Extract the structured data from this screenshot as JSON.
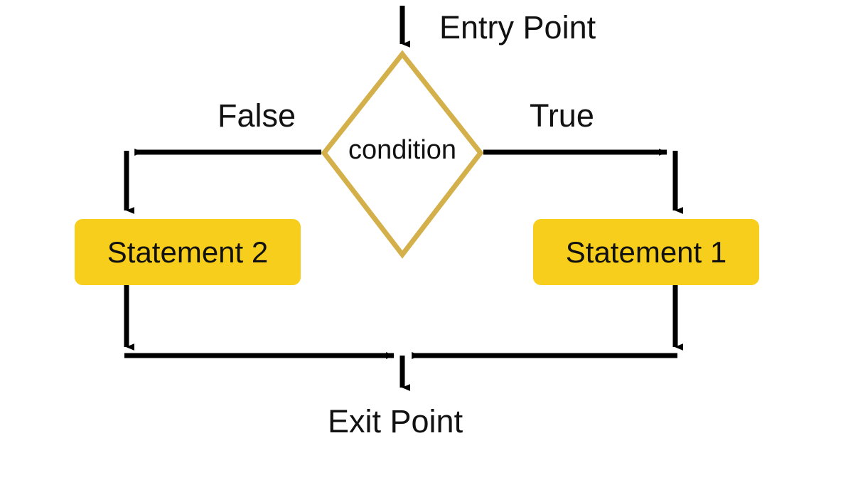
{
  "diagram": {
    "title": "if-else conditional flowchart",
    "colors": {
      "box_fill": "#F7CE1B",
      "diamond_stroke": "#D3B04A",
      "arrow": "#000000",
      "text": "#111111",
      "background": "#FFFFFF"
    },
    "labels": {
      "entry_point": "Entry Point",
      "exit_point": "Exit Point",
      "branch_false": "False",
      "branch_true": "True"
    },
    "nodes": {
      "decision": {
        "text": "condition",
        "shape": "diamond",
        "fill": "none",
        "stroke": "#D3B04A"
      },
      "statement_left": {
        "text": "Statement 2",
        "shape": "rounded-rect",
        "fill": "#F7CE1B",
        "branch": "False"
      },
      "statement_right": {
        "text": "Statement 1",
        "shape": "rounded-rect",
        "fill": "#F7CE1B",
        "branch": "True"
      }
    },
    "edges": [
      {
        "from": "entry",
        "to": "decision",
        "label": ""
      },
      {
        "from": "decision",
        "to": "statement_left",
        "label": "False"
      },
      {
        "from": "decision",
        "to": "statement_right",
        "label": "True"
      },
      {
        "from": "statement_left",
        "to": "merge",
        "label": ""
      },
      {
        "from": "statement_right",
        "to": "merge",
        "label": ""
      },
      {
        "from": "merge",
        "to": "exit",
        "label": ""
      }
    ]
  }
}
